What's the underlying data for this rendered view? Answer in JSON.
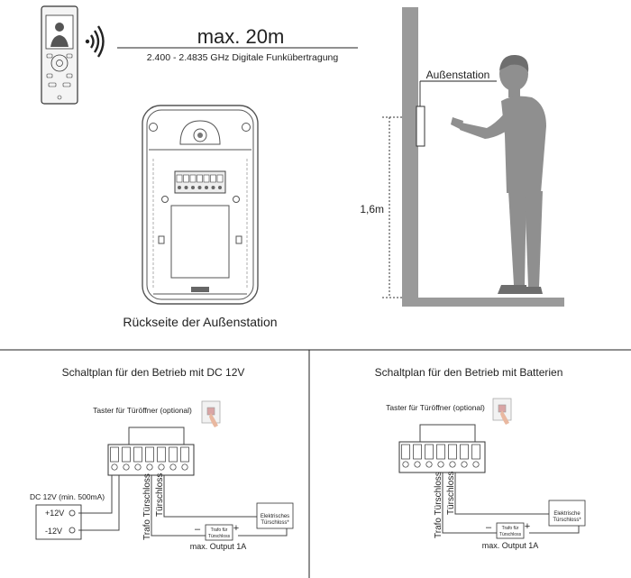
{
  "range": {
    "distance": "max. 20m",
    "frequency": "2.400 - 2.4835 GHz Digitale Funkübertragung"
  },
  "back_view": {
    "caption": "Rückseite der Außenstation"
  },
  "install": {
    "outdoor_label": "Außenstation",
    "height_label": "1,6m"
  },
  "circuit_dc": {
    "title": "Schaltplan für den Betrieb mit DC 12V",
    "button_label": "Taster für Türöffner (optional)",
    "supply_label": "DC 12V (min. 500mA)",
    "plus_label": "+12V",
    "minus_label": "-12V",
    "trafo_label": "Trafo Türschloss",
    "lock_label": "Türschloss",
    "trafo_box_line1": "Trafo für",
    "trafo_box_line2": "Türschloss",
    "lock_box_line1": "Elektrisches",
    "lock_box_line2": "Türschloss*",
    "neg_sign": "–",
    "pos_sign": "+",
    "output_label": "max. Output 1A"
  },
  "circuit_battery": {
    "title": "Schaltplan für den Betrieb mit Batterien",
    "button_label": "Taster für Türöffner (optional)",
    "trafo_label": "Trafo Türschloss",
    "lock_label": "Türschloss",
    "trafo_box_line1": "Trafo für",
    "trafo_box_line2": "Türschloss",
    "lock_box_line1": "Elektrische",
    "lock_box_line2": "Türschloss*",
    "neg_sign": "–",
    "pos_sign": "+",
    "output_label": "max. Output 1A"
  }
}
